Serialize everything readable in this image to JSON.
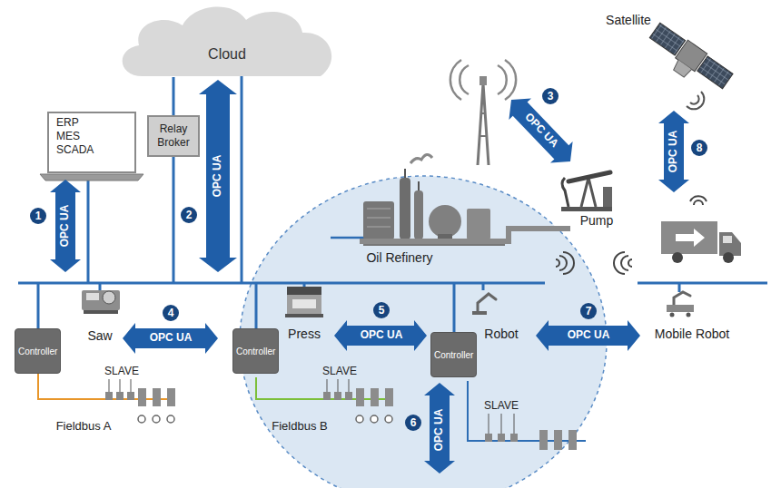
{
  "diagram": {
    "nodes": [
      {
        "text": [
          "Cloud"
        ]
      },
      {
        "text": [
          "ERP MES SCADA"
        ]
      },
      {
        "text": [
          "Relay Broker"
        ]
      },
      {
        "text": [
          "Controller"
        ]
      },
      {
        "text": [
          "Controller"
        ]
      },
      {
        "text": [
          "Controller"
        ]
      }
    ],
    "edges": [
      {
        "from": 2,
        "to": 0,
        "arrow": "none"
      }
    ],
    "labels": [
      "OPC UA",
      "1",
      "2",
      "OPC UA",
      "Satellite",
      "3",
      "OPC UA",
      "8",
      "OPC UA",
      "Oil Refinery",
      "Pump",
      "Saw",
      "4",
      "OPC UA",
      "Press",
      "5",
      "OPC UA",
      "Robot",
      "7",
      "OPC UA",
      "Mobile Robot",
      "SLAVE",
      "Fieldbus A",
      "SLAVE",
      "Fieldbus B",
      "6",
      "OPC UA",
      "SLAVE"
    ]
  }
}
